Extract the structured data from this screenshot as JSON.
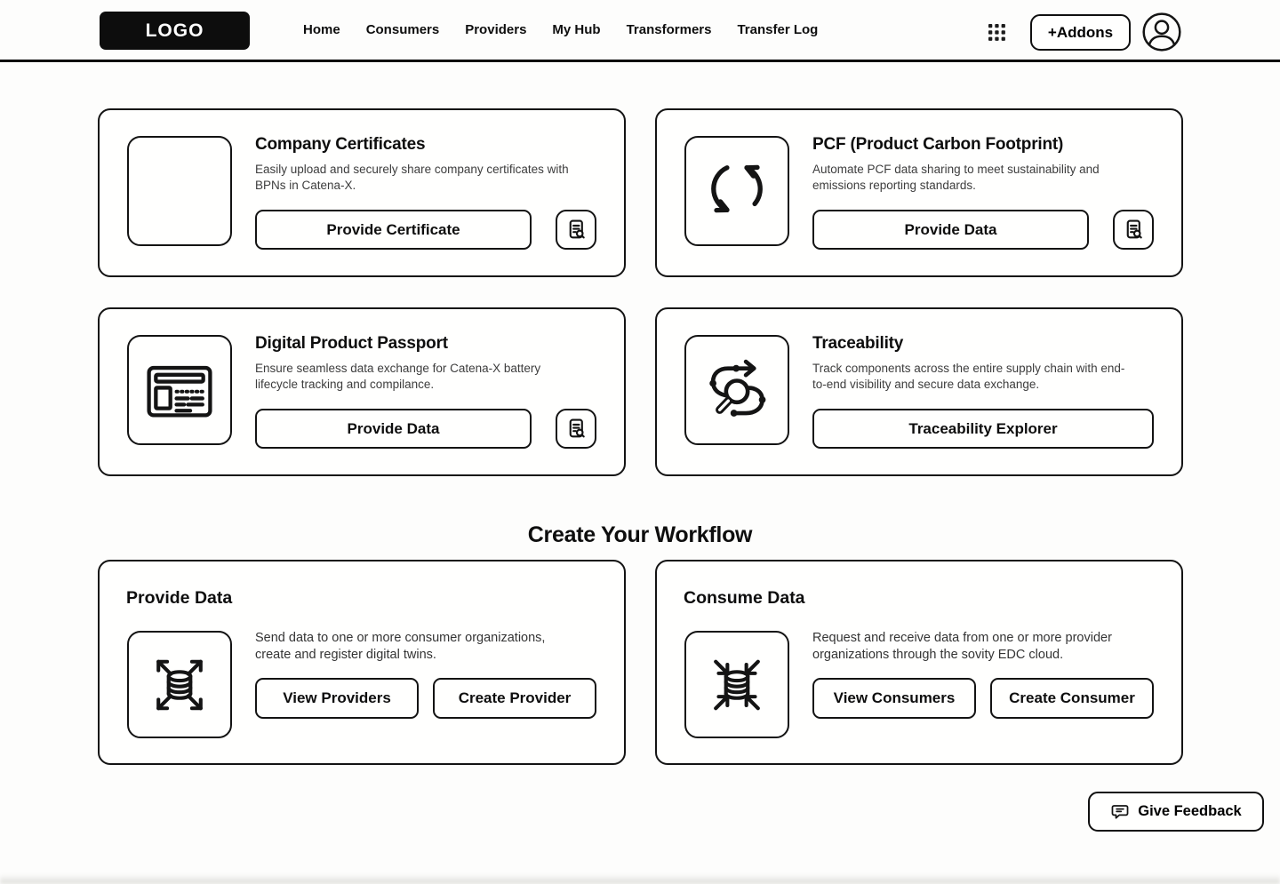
{
  "nav": {
    "logo": "LOGO",
    "items": [
      {
        "label": "Home"
      },
      {
        "label": "Consumers"
      },
      {
        "label": "Providers"
      },
      {
        "label": "My Hub"
      },
      {
        "label": "Transformers"
      },
      {
        "label": "Transfer Log"
      }
    ],
    "addons_button_label": "+Addons"
  },
  "feature_cards": [
    {
      "title": "Company Certificates",
      "description": "Easily upload and securely share company certificates with BPNs in Catena-X.",
      "primary_button": "Provide Certificate",
      "icon": "certificate-placeholder-icon",
      "secondary_icon": "file-search-icon"
    },
    {
      "title": "PCF (Product Carbon Footprint)",
      "description": "Automate PCF data sharing to meet sustainability and emissions reporting standards.",
      "primary_button": "Provide Data",
      "icon": "sync-cycle-icon",
      "secondary_icon": "file-search-icon"
    },
    {
      "title": "Digital Product Passport",
      "description": "Ensure seamless data exchange for Catena-X battery lifecycle tracking and compilance.",
      "primary_button": "Provide Data",
      "icon": "document-layout-icon",
      "secondary_icon": "file-search-icon"
    },
    {
      "title": "Traceability",
      "description": "Track components across the entire supply chain with end-to-end visibility and secure data exchange.",
      "primary_button": "Traceability Explorer",
      "icon": "route-search-icon",
      "secondary_icon": null
    }
  ],
  "workflow": {
    "heading": "Create Your Workflow",
    "cards": [
      {
        "title": "Provide Data",
        "description": "Send data to one or more consumer organizations, create and register digital twins.",
        "buttons": [
          "View Providers",
          "Create Provider"
        ],
        "icon": "database-share-out-icon"
      },
      {
        "title": "Consume Data",
        "description": "Request and receive data from one or more provider organizations through the sovity EDC cloud.",
        "buttons": [
          "View Consumers",
          "Create Consumer"
        ],
        "icon": "database-receive-in-icon"
      }
    ]
  },
  "feedback": {
    "label": "Give Feedback",
    "icon": "chat-bubble-icon"
  },
  "colors": {
    "accent": "#141414",
    "background": "#fdfdfc",
    "text_primary": "#0e0e0e",
    "text_secondary": "#3d3d3d"
  }
}
